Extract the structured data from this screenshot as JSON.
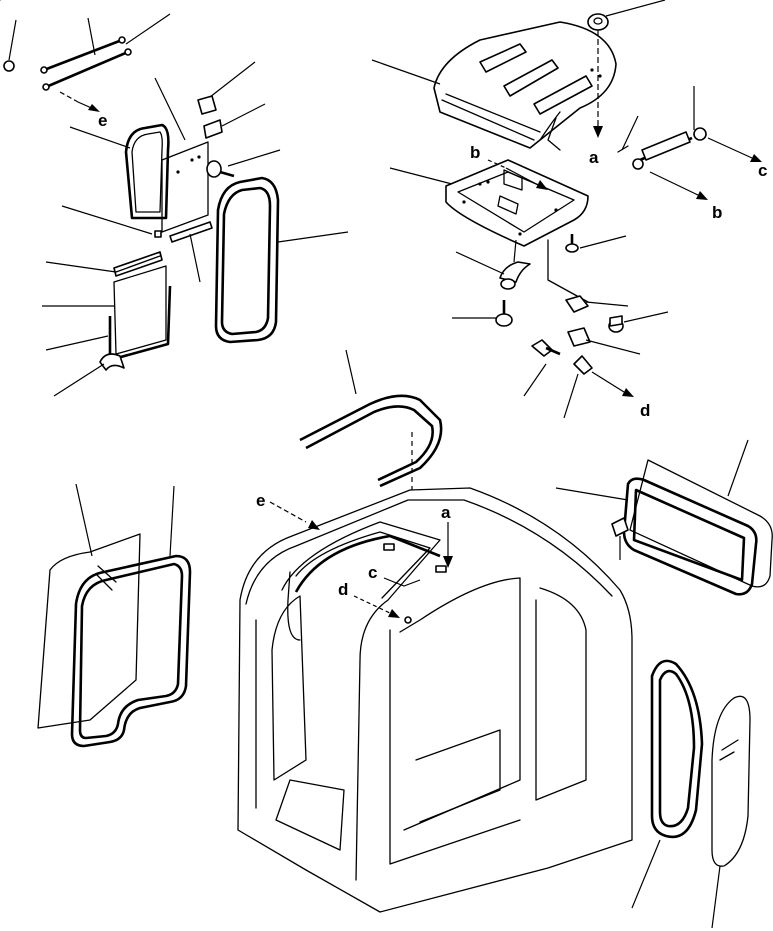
{
  "diagram": {
    "reference_labels": {
      "a_top": "a",
      "a_cab": "a",
      "b_top": "b",
      "b_right": "b",
      "c_right": "c",
      "c_cab": "c",
      "d_right": "d",
      "d_cab": "d",
      "e_top": "e",
      "e_cab": "e"
    }
  }
}
